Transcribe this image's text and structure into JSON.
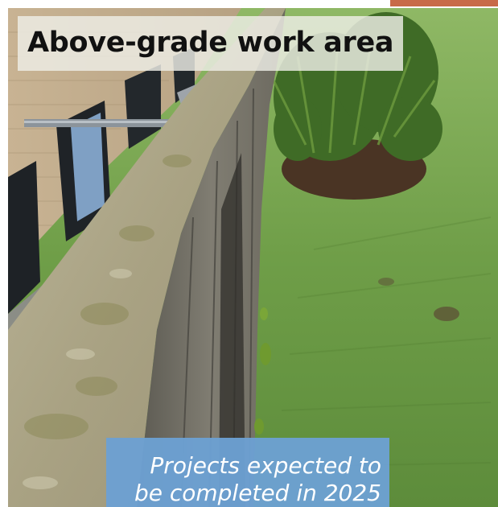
{
  "title": "Above-grade work area",
  "caption": {
    "line1": "Projects expected to",
    "line2": "be completed in 2025"
  },
  "colors": {
    "accent": "#c86a48",
    "caption_bg": "#6ca0d2",
    "title_bg": "#eeeee6"
  }
}
